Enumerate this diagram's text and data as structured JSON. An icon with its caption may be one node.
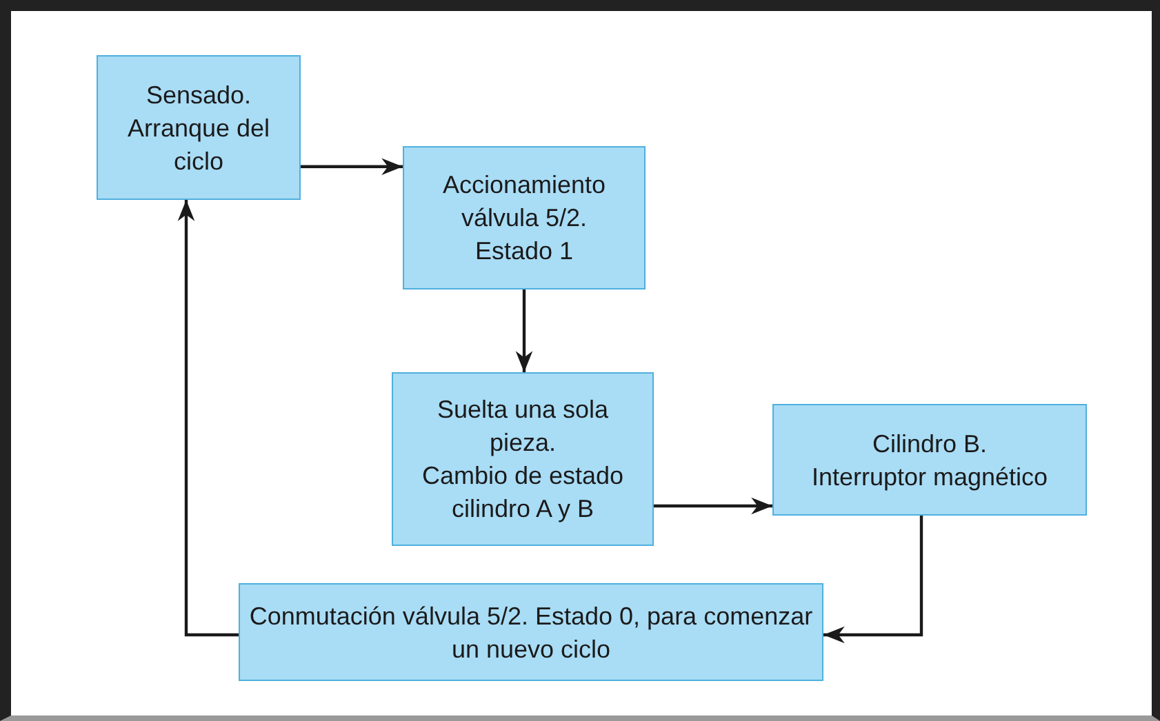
{
  "diagram": {
    "nodes": [
      {
        "text": [
          "Sensado.",
          "Arranque del ciclo"
        ]
      },
      {
        "text": [
          "Accionamiento válvula 5/2.",
          "Estado 1"
        ]
      },
      {
        "text": [
          "Suelta una sola pieza.",
          "Cambio de estado cilindro A y B"
        ]
      },
      {
        "text": [
          "Cilindro B.",
          "Interruptor magnético"
        ]
      },
      {
        "text": [
          "Conmutación válvula 5/2. Estado 0, para comenzar un nuevo ciclo"
        ]
      }
    ],
    "edges": [
      {
        "from": 0,
        "to": 1,
        "arrow": "to"
      },
      {
        "from": 1,
        "to": 2,
        "arrow": "to"
      },
      {
        "from": 2,
        "to": 3,
        "arrow": "to"
      },
      {
        "from": 3,
        "to": 4,
        "arrow": "to"
      },
      {
        "from": 4,
        "to": 0,
        "arrow": "to"
      }
    ]
  }
}
